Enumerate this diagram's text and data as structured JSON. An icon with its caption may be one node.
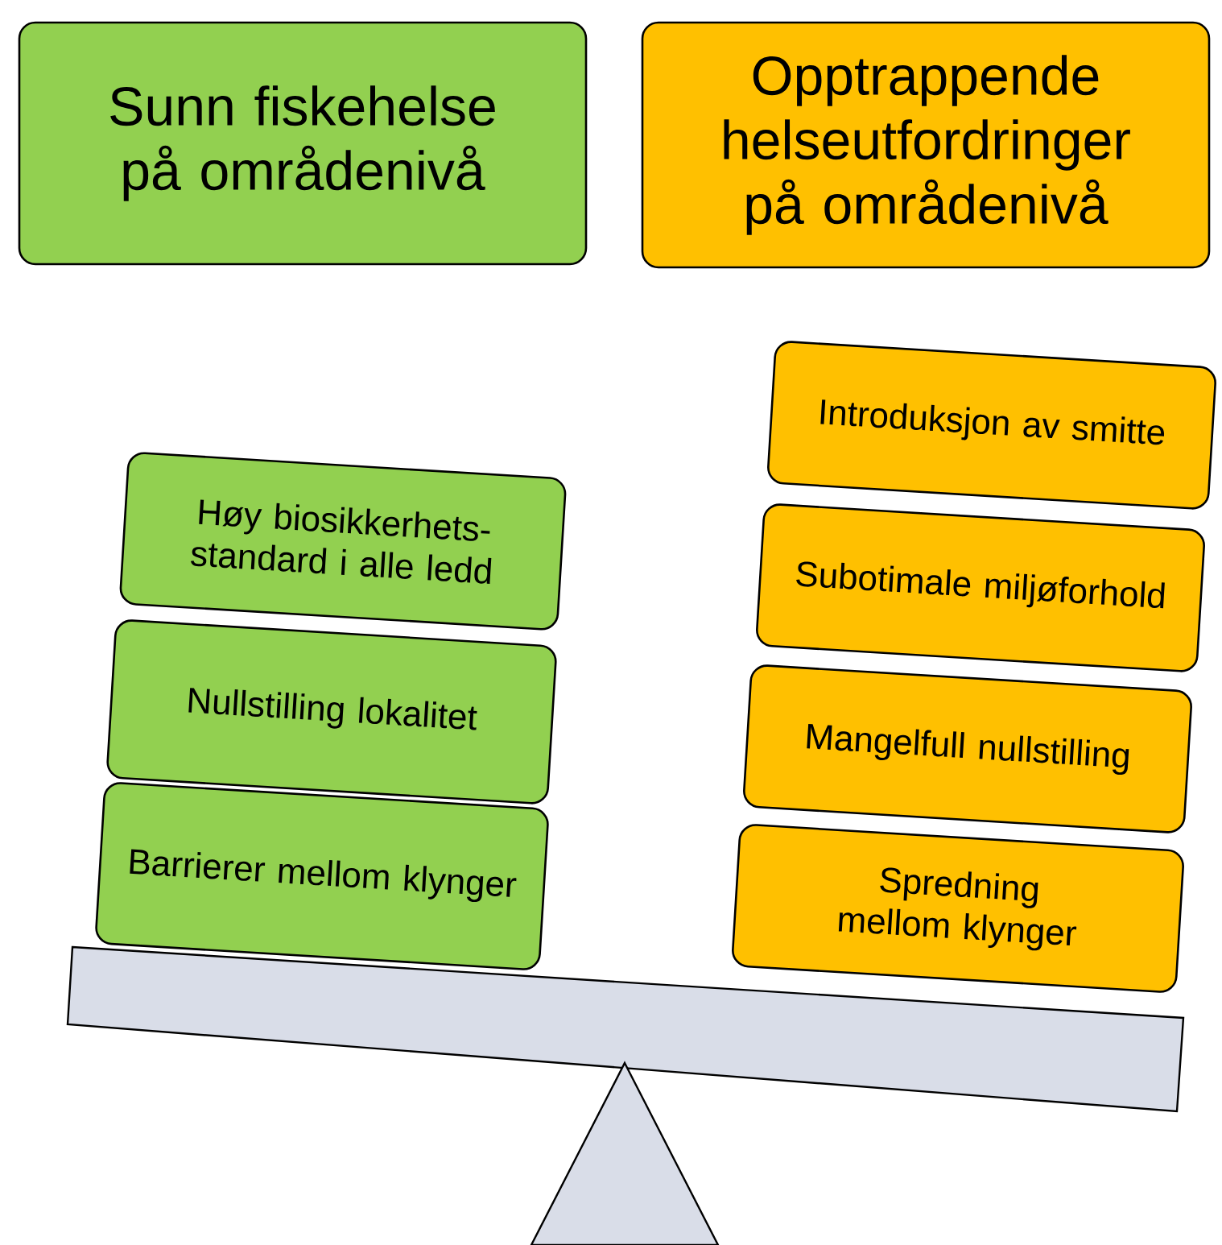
{
  "diagram": {
    "nodes": [
      {
        "text": [
          "Sunn fiskehelse på områdenivå"
        ]
      },
      {
        "text": [
          "Opptrappende helseutfordringer på områdenivå"
        ]
      },
      {
        "text": [
          "Høy biosikkerhets- standard i alle ledd"
        ]
      },
      {
        "text": [
          "Nullstilling lokalitet"
        ]
      },
      {
        "text": [
          "Barrierer mellom klynger"
        ]
      },
      {
        "text": [
          "Introduksjon av smitte"
        ]
      },
      {
        "text": [
          "Subotimale miljøforhold"
        ]
      },
      {
        "text": [
          "Mangelfull nullstilling"
        ]
      },
      {
        "text": [
          "Spredning mellom klynger"
        ]
      }
    ]
  }
}
